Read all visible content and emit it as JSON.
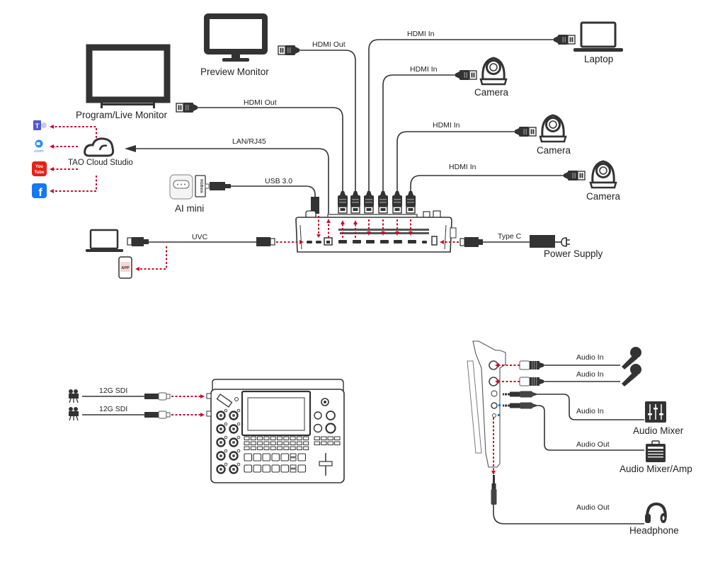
{
  "diagram": {
    "title": "Video switcher connection diagram",
    "colors": {
      "cable": "#333333",
      "signal_arrow": "#c8102e",
      "device": "#333333",
      "teams": "#5059c9",
      "zoom": "#2d8cff",
      "youtube": "#e62117",
      "facebook": "#1877f2",
      "audio_jack_blue": "#1f6fd0"
    },
    "devices": {
      "program_monitor": "Program/Live Monitor",
      "preview_monitor": "Preview Monitor",
      "laptop": "Laptop",
      "camera_1": "Camera",
      "camera_2": "Camera",
      "camera_3": "Camera",
      "cloud": "TAO Cloud Studio",
      "ai_mini": "AI mini",
      "ai_mini_brand": "RGBlink",
      "power_supply": "Power Supply",
      "app": "APP",
      "audio_mixer": "Audio Mixer",
      "audio_mixer_amp": "Audio Mixer/Amp",
      "headphone": "Headphone"
    },
    "streaming_platforms": [
      "Microsoft Teams",
      "Zoom",
      "YouTube",
      "Facebook"
    ],
    "platform_glyphs": {
      "teams": "T",
      "zoom": "zoom",
      "youtube": "You Tube",
      "facebook": "f"
    },
    "cables": {
      "hdmi_out_preview": "HDMI Out",
      "hdmi_out_program": "HDMI Out",
      "hdmi_in_laptop": "HDMI In",
      "hdmi_in_camera_1": "HDMI In",
      "hdmi_in_camera_2": "HDMI In",
      "hdmi_in_camera_3": "HDMI In",
      "lan": "LAN/RJ45",
      "usb": "USB 3.0",
      "uvc": "UVC",
      "power": "Type C",
      "sdi_1": "12G SDI",
      "sdi_2": "12G SDI",
      "audio_in_mic_1": "Audio In",
      "audio_in_mic_2": "Audio In",
      "audio_in_mixer": "Audio In",
      "audio_out_amp": "Audio Out",
      "audio_out_headphone": "Audio Out"
    }
  }
}
